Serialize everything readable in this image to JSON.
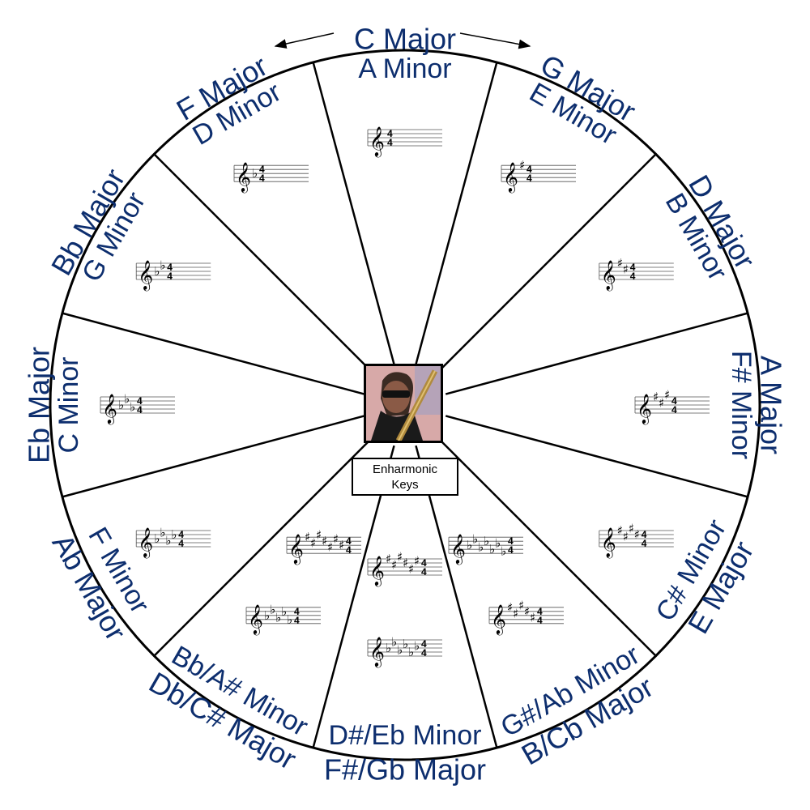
{
  "center": {
    "image": "guitarist-photo",
    "enharmonic_label_line1": "Enharmonic",
    "enharmonic_label_line2": "Keys"
  },
  "colors": {
    "label": "#0d2e6e",
    "line": "#000000"
  },
  "keys": [
    {
      "major": "C Major",
      "minor": "A Minor",
      "signatures": [
        {
          "type": "none",
          "count": 0
        }
      ]
    },
    {
      "major": "G Major",
      "minor": "E Minor",
      "signatures": [
        {
          "type": "sharp",
          "count": 1
        }
      ]
    },
    {
      "major": "D Major",
      "minor": "B Minor",
      "signatures": [
        {
          "type": "sharp",
          "count": 2
        }
      ]
    },
    {
      "major": "A Major",
      "minor": "F# Minor",
      "signatures": [
        {
          "type": "sharp",
          "count": 3
        }
      ]
    },
    {
      "major": "E Major",
      "minor": "C# Minor",
      "signatures": [
        {
          "type": "sharp",
          "count": 4
        }
      ]
    },
    {
      "major": "B/Cb Major",
      "minor": "G#/Ab Minor",
      "signatures": [
        {
          "type": "flat",
          "count": 7
        },
        {
          "type": "sharp",
          "count": 5
        }
      ]
    },
    {
      "major": "F#/Gb Major",
      "minor": "D#/Eb Minor",
      "signatures": [
        {
          "type": "sharp",
          "count": 6
        },
        {
          "type": "flat",
          "count": 6
        }
      ]
    },
    {
      "major": "Db/C# Major",
      "minor": "Bb/A# Minor",
      "signatures": [
        {
          "type": "sharp",
          "count": 7
        },
        {
          "type": "flat",
          "count": 5
        }
      ]
    },
    {
      "major": "Ab Major",
      "minor": "F Minor",
      "signatures": [
        {
          "type": "flat",
          "count": 4
        }
      ]
    },
    {
      "major": "Eb Major",
      "minor": "C Minor",
      "signatures": [
        {
          "type": "flat",
          "count": 3
        }
      ]
    },
    {
      "major": "Bb Major",
      "minor": "G Minor",
      "signatures": [
        {
          "type": "flat",
          "count": 2
        }
      ]
    },
    {
      "major": "F Major",
      "minor": "D Minor",
      "signatures": [
        {
          "type": "flat",
          "count": 1
        }
      ]
    }
  ],
  "time_signature": {
    "top": "4",
    "bottom": "4"
  },
  "symbols": {
    "clef": "𝄞",
    "sharp": "♯",
    "flat": "♭"
  }
}
